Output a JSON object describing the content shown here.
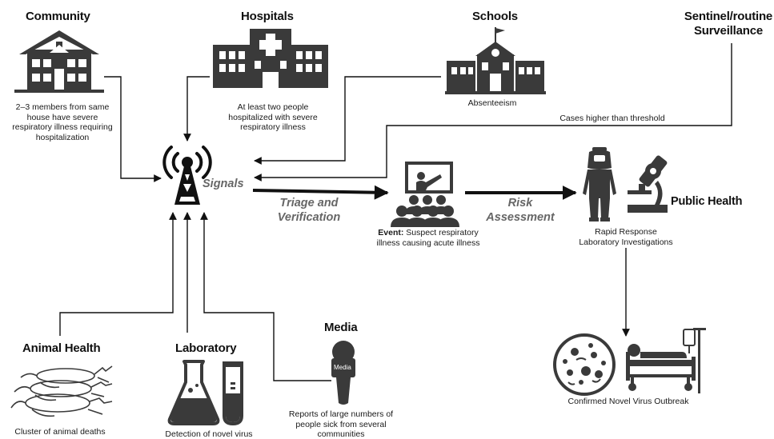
{
  "sources": {
    "community": {
      "title": "Community",
      "description": "2–3 members from same house have severe respiratory illness requiring hospitalization",
      "icon": "house-icon"
    },
    "hospitals": {
      "title": "Hospitals",
      "description": "At least two people hospitalized with severe respiratory illness",
      "icon": "hospital-icon"
    },
    "schools": {
      "title": "Schools",
      "description": "Absenteeism",
      "icon": "school-icon"
    },
    "sentinel": {
      "title_line1": "Sentinel/routine",
      "title_line2": "Surveillance",
      "description": "Cases higher than threshold"
    },
    "animal_health": {
      "title": "Animal Health",
      "description": "Cluster of animal deaths",
      "icon": "dead-birds-icon"
    },
    "laboratory": {
      "title": "Laboratory",
      "description": "Detection of novel virus",
      "icon": "lab-flasks-icon"
    },
    "media": {
      "title": "Media",
      "description": "Reports of large numbers of people sick from several communities",
      "icon": "microphone-icon",
      "mic_label": "Media"
    }
  },
  "signals": {
    "label": "Signals",
    "icon": "antenna-icon"
  },
  "triage": {
    "line1": "Triage and",
    "line2": "Verification"
  },
  "event": {
    "label_bold": "Event:",
    "label_rest": " Suspect respiratory",
    "line2": "illness causing acute illness",
    "icon": "audience-presenter-icon"
  },
  "risk": {
    "line1": "Risk",
    "line2": "Assessment"
  },
  "public_health": {
    "title": "Public Health",
    "line1": "Rapid Response",
    "line2": "Laboratory Investigations",
    "icons": [
      "hazmat-suit-icon",
      "microscope-icon"
    ]
  },
  "outbreak": {
    "label": "Confirmed Novel Virus Outbreak",
    "icons": [
      "virus-petri-icon",
      "hospital-bed-icon"
    ]
  },
  "colors": {
    "line": "#111111",
    "icon_dark": "#3a3a3a",
    "italic_label": "#666666"
  }
}
